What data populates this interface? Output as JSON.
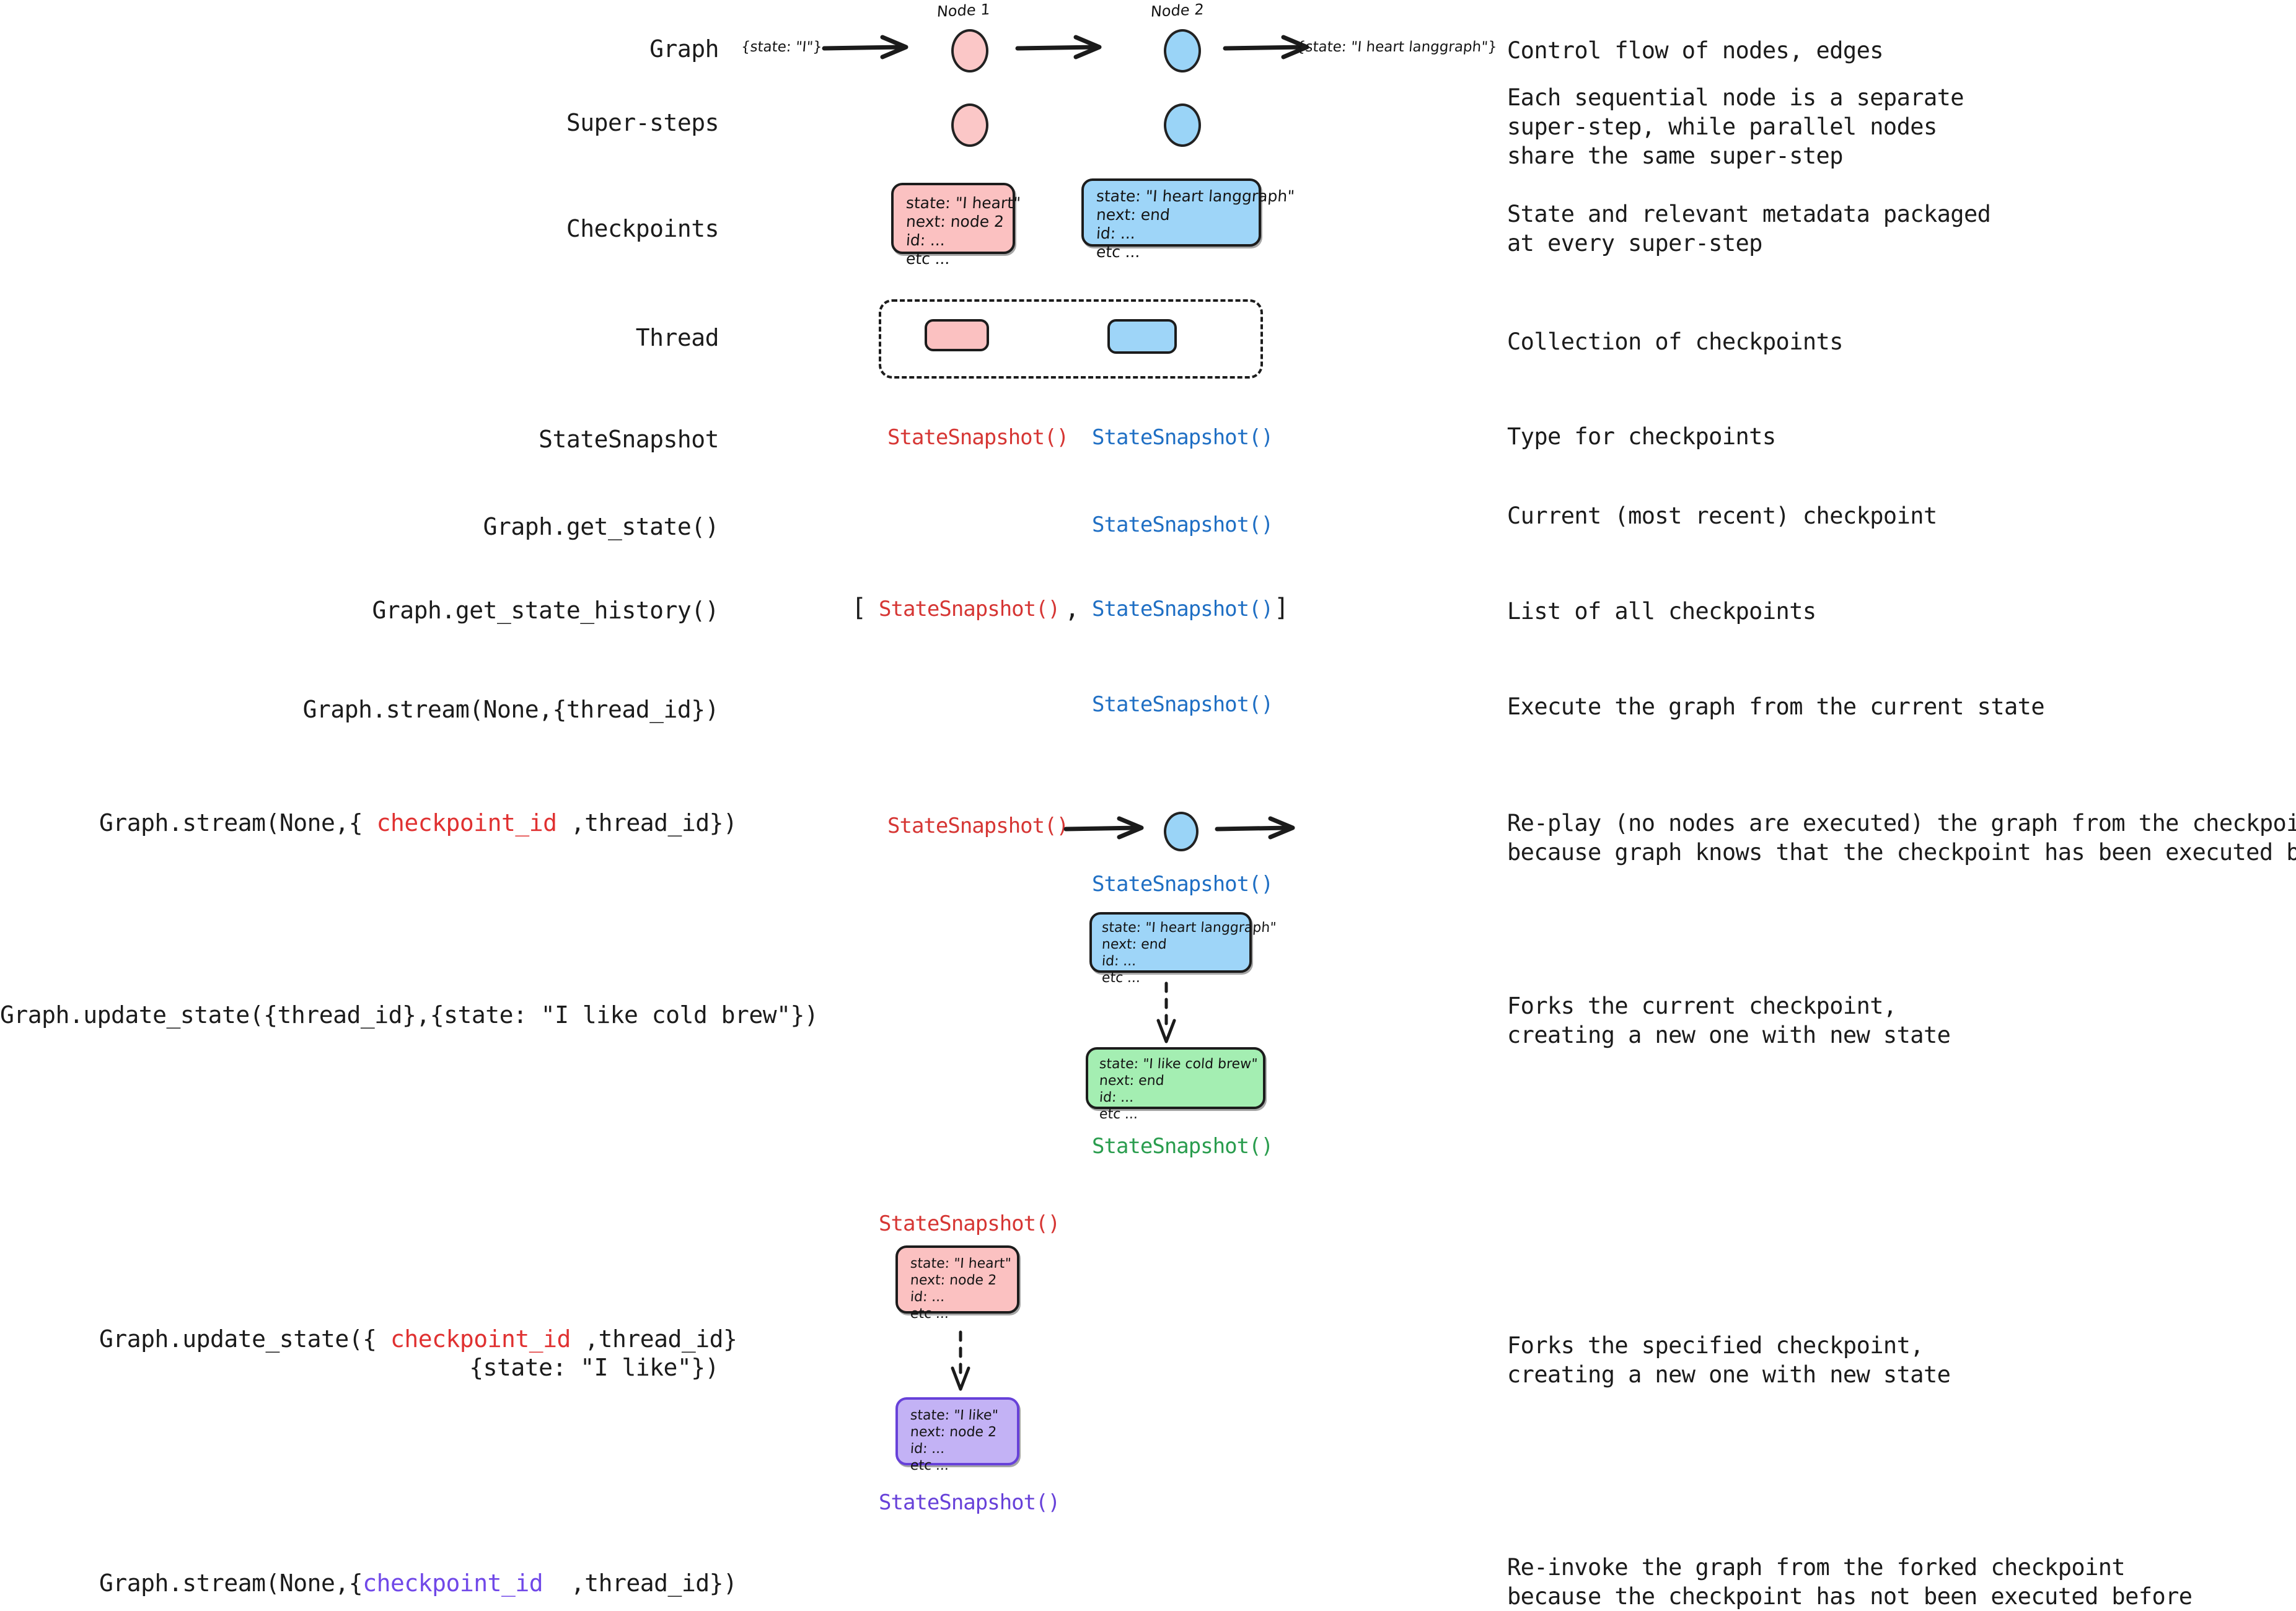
{
  "rows": [
    {
      "label": "Graph",
      "description": "Control flow of nodes, edges"
    },
    {
      "label": "Super-steps",
      "description": "Each sequential node is a separate\nsuper-step, while parallel nodes\nshare the same super-step"
    },
    {
      "label": "Checkpoints",
      "description": "State and relevant metadata packaged\nat every super-step"
    },
    {
      "label": "Thread",
      "description": "Collection of checkpoints"
    },
    {
      "label": "StateSnapshot",
      "description": "Type for checkpoints"
    },
    {
      "label": "Graph.get_state()",
      "description": "Current (most recent) checkpoint"
    },
    {
      "label": "Graph.get_state_history()",
      "description": "List of all checkpoints"
    },
    {
      "label": "Graph.stream(None,{thread_id})",
      "description": "Execute the graph from the current state"
    },
    {
      "label_parts": [
        {
          "text": "Graph.stream(None,{ ",
          "color": "black"
        },
        {
          "text": "checkpoint_id",
          "color": "red"
        },
        {
          "text": " ,thread_id})",
          "color": "black"
        }
      ],
      "description": "Re-play (no nodes are executed) the graph from the checkpoint,\nbecause graph knows that the checkpoint has been executed before"
    },
    {
      "label": "Graph.update_state({thread_id},{state: \"I like cold brew\"})",
      "description": "Forks the current checkpoint,\ncreating a new one with new state"
    },
    {
      "label_parts": [
        {
          "text": "Graph.update_state({ ",
          "color": "black"
        },
        {
          "text": "checkpoint_id",
          "color": "red"
        },
        {
          "text": " ,thread_id}",
          "color": "black"
        }
      ],
      "label_line2": "{state: \"I like\"})",
      "description": "Forks the specified checkpoint,\ncreating a new one with new state"
    },
    {
      "label_parts": [
        {
          "text": "Graph.stream(None,{",
          "color": "black"
        },
        {
          "text": "checkpoint_id",
          "color": "purple"
        },
        {
          "text": "  ,thread_id})",
          "color": "black"
        }
      ],
      "description": "Re-invoke the graph from the forked checkpoint\nbecause the checkpoint has not been executed before"
    }
  ],
  "graph_row": {
    "node1_caption": "Node 1",
    "node2_caption": "Node 2",
    "input_state": "{state: \"I\"}",
    "output_state": "{state: \"I heart langgraph\"}"
  },
  "checkpoints": {
    "pink": {
      "state": "state: \"I heart\"",
      "next": "next: node 2",
      "id": "id: ...",
      "etc": "etc ..."
    },
    "blue": {
      "state": "state: \"I heart langgraph\"",
      "next": "next: end",
      "id": "id: ...",
      "etc": "etc ..."
    },
    "green": {
      "state": "state: \"I like cold brew\"",
      "next": "next: end",
      "id": "id: ...",
      "etc": "etc ..."
    },
    "purple": {
      "state": "state: \"I like\"",
      "next": "next: node 2",
      "id": "id: ...",
      "etc": "etc ..."
    }
  },
  "snapshot_labels": {
    "red": "StateSnapshot()",
    "blue": "StateSnapshot()",
    "green": "StateSnapshot()",
    "purple": "StateSnapshot()",
    "bracket_open": "[",
    "bracket_close": "]",
    "comma": ","
  },
  "colors": {
    "pink_fill": "#fbc1c1",
    "blue_fill": "#9ed5f8",
    "green_fill": "#a4eeb2",
    "purple_fill": "#c3b2f5",
    "red_text": "#d63634",
    "blue_text": "#1f6fc4",
    "green_text": "#2a9d4e",
    "purple_text": "#6741d9",
    "stroke": "#1c1c1c",
    "background": "#ffffff"
  }
}
